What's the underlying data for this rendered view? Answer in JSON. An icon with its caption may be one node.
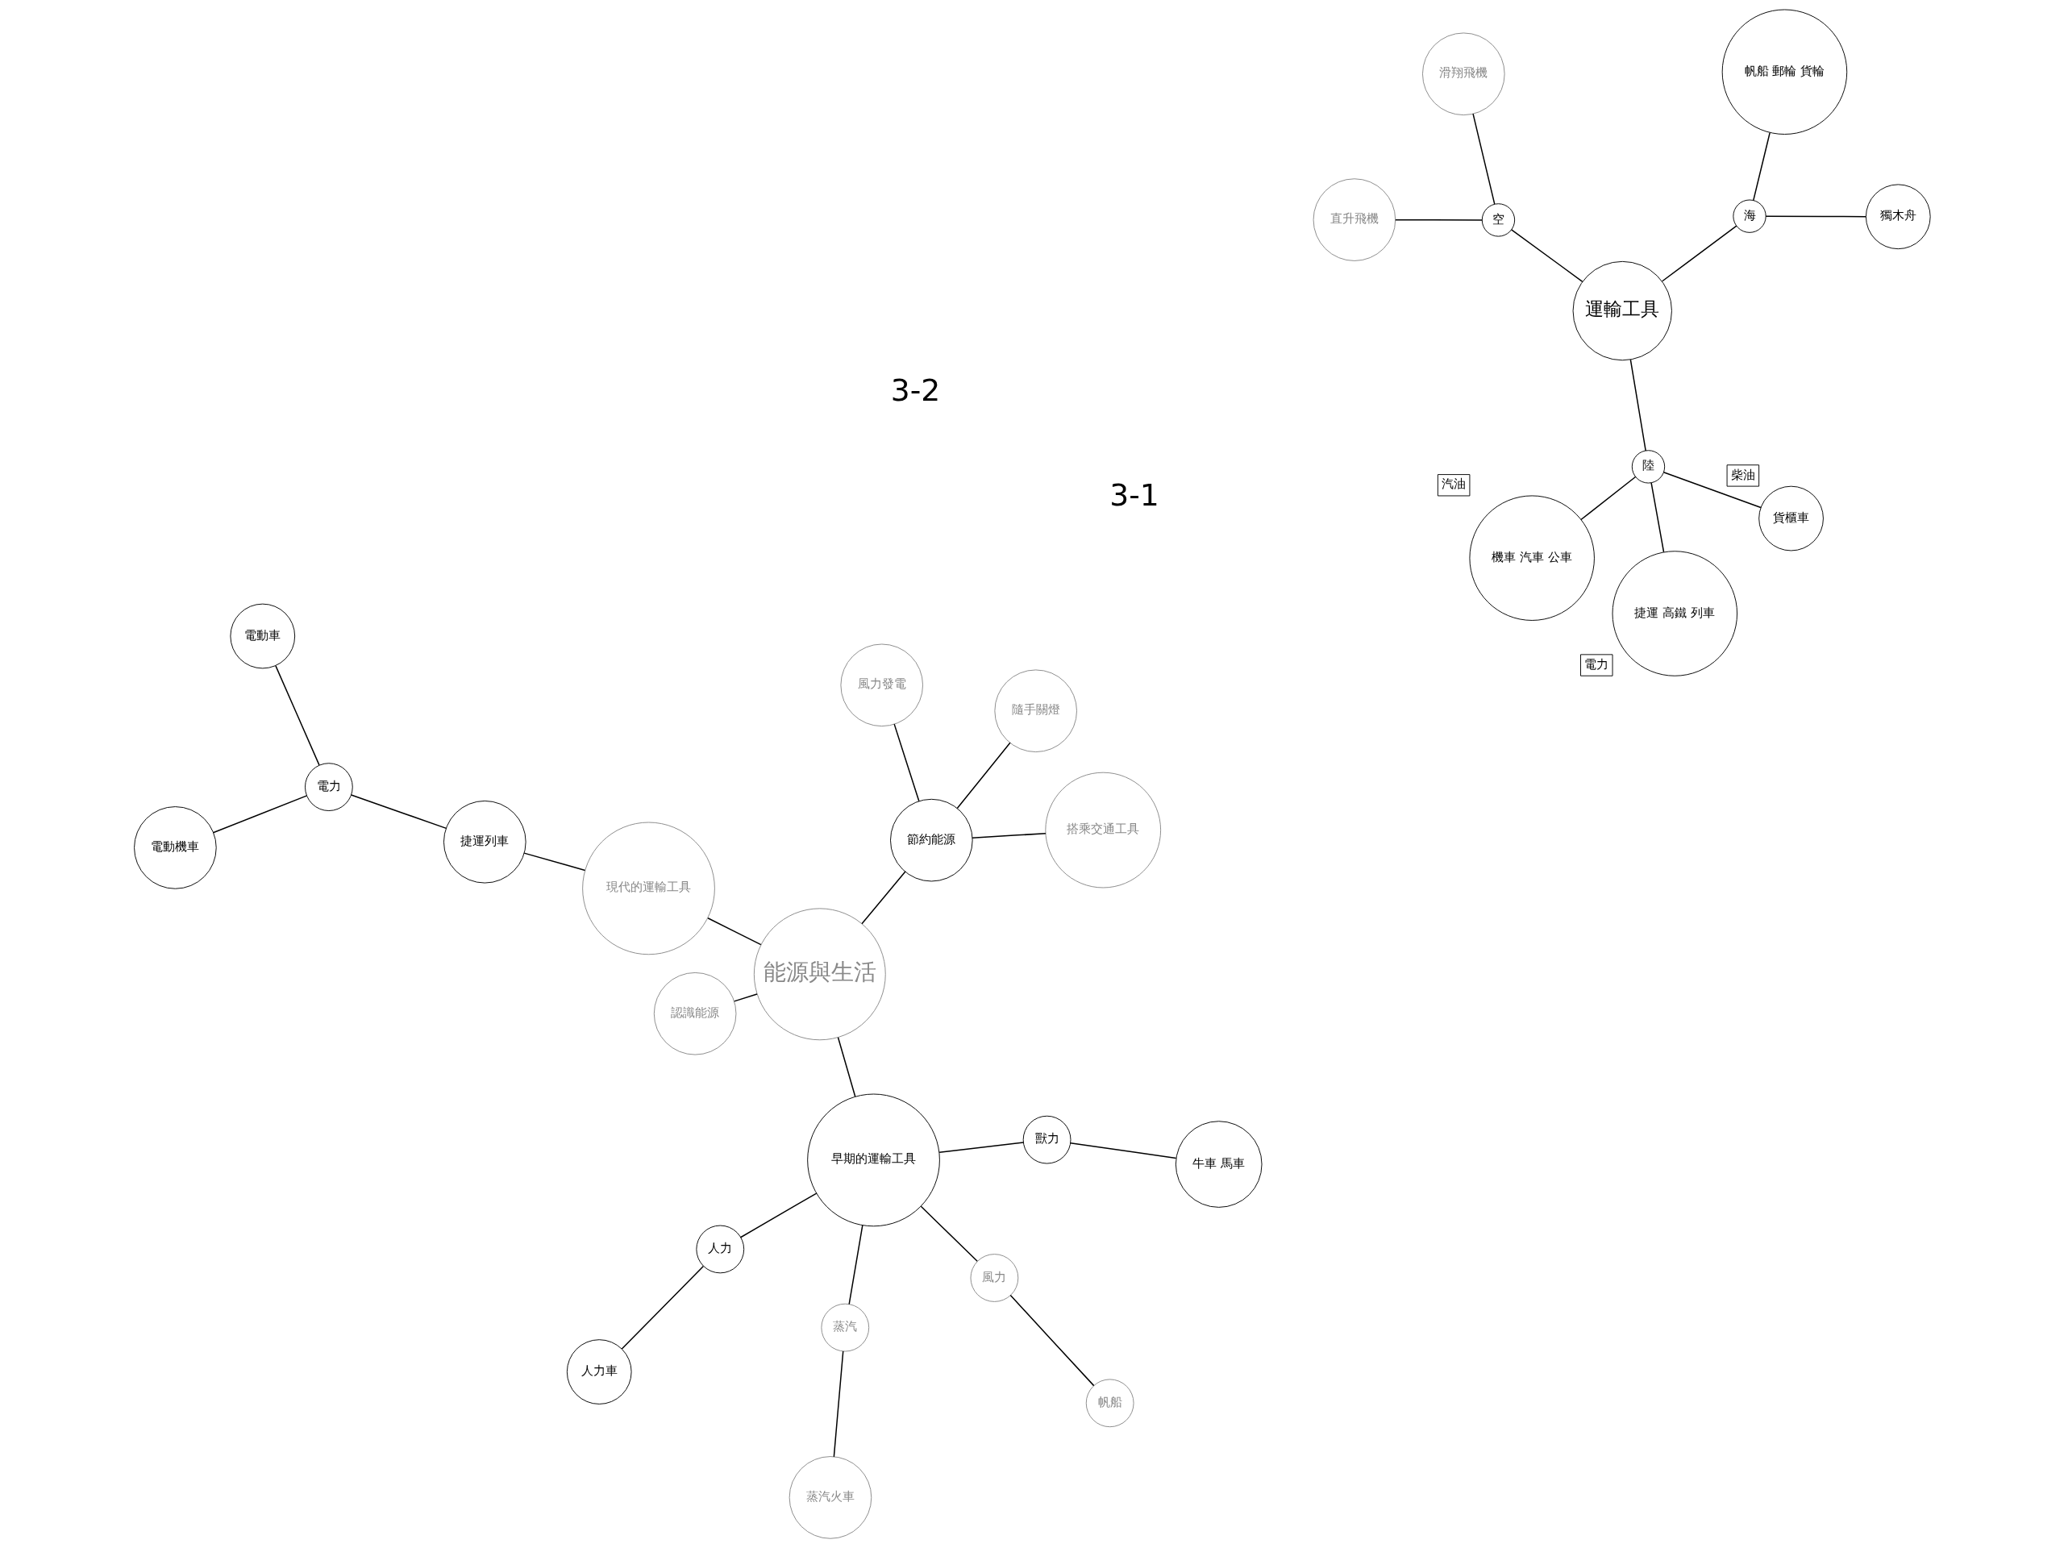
{
  "diagram": {
    "nodes": [
      {
        "text": [
          "運輸工具"
        ]
      },
      {
        "text": [
          "海"
        ]
      },
      {
        "text": [
          "獨木舟"
        ]
      },
      {
        "text": [
          "帆船 郵輪 貨輪"
        ]
      },
      {
        "text": [
          "空"
        ]
      },
      {
        "text": [
          "滑翔飛機"
        ]
      },
      {
        "text": [
          "直升飛機"
        ]
      },
      {
        "text": [
          "陸"
        ]
      },
      {
        "text": [
          "機車 汽車 公車"
        ],
        "beside": [
          "汽油"
        ]
      },
      {
        "text": [
          "貨櫃車"
        ],
        "beside": [
          "柴油"
        ]
      },
      {
        "text": [
          "捷運 高鐵 列車"
        ],
        "beside": [
          "電力"
        ]
      },
      {
        "text": [
          "能源與生活"
        ]
      },
      {
        "text": [
          "早期的運輸工具"
        ]
      },
      {
        "text": [
          "人力"
        ]
      },
      {
        "text": [
          "人力車"
        ]
      },
      {
        "text": [
          "獸力"
        ]
      },
      {
        "text": [
          "牛車 馬車"
        ]
      },
      {
        "text": [
          "蒸汽"
        ]
      },
      {
        "text": [
          "蒸汽火車"
        ]
      },
      {
        "text": [
          "風力"
        ]
      },
      {
        "text": [
          "帆船"
        ]
      },
      {
        "text": [
          "認識能源"
        ]
      },
      {
        "text": [
          "節約能源"
        ]
      },
      {
        "text": [
          "搭乘交通工具"
        ]
      },
      {
        "text": [
          "隨手關燈"
        ]
      },
      {
        "text": [
          "風力發電"
        ]
      },
      {
        "text": [
          "現代的運輸工具"
        ]
      },
      {
        "text": [
          "捷運列車"
        ]
      },
      {
        "text": [
          "電力"
        ]
      },
      {
        "text": [
          "電動機車"
        ]
      },
      {
        "text": [
          "電動車"
        ]
      }
    ],
    "edges": [
      {
        "from": 0,
        "to": 1,
        "arrow": "none"
      },
      {
        "from": 1,
        "to": 2,
        "arrow": "none"
      },
      {
        "from": 1,
        "to": 3,
        "arrow": "none"
      },
      {
        "from": 0,
        "to": 4,
        "arrow": "none"
      },
      {
        "from": 4,
        "to": 5,
        "arrow": "none"
      },
      {
        "from": 4,
        "to": 6,
        "arrow": "none"
      },
      {
        "from": 0,
        "to": 7,
        "arrow": "none"
      },
      {
        "from": 7,
        "to": 8,
        "arrow": "none"
      },
      {
        "from": 7,
        "to": 9,
        "arrow": "none"
      },
      {
        "from": 7,
        "to": 10,
        "arrow": "none"
      },
      {
        "from": 11,
        "to": 12,
        "arrow": "none"
      },
      {
        "from": 12,
        "to": 13,
        "arrow": "none"
      },
      {
        "from": 13,
        "to": 14,
        "arrow": "none"
      },
      {
        "from": 12,
        "to": 15,
        "arrow": "none"
      },
      {
        "from": 15,
        "to": 16,
        "arrow": "none"
      },
      {
        "from": 12,
        "to": 17,
        "arrow": "none"
      },
      {
        "from": 17,
        "to": 18,
        "arrow": "none"
      },
      {
        "from": 12,
        "to": 19,
        "arrow": "none"
      },
      {
        "from": 19,
        "to": 20,
        "arrow": "none"
      },
      {
        "from": 11,
        "to": 21,
        "arrow": "none"
      },
      {
        "from": 11,
        "to": 22,
        "arrow": "none"
      },
      {
        "from": 22,
        "to": 23,
        "arrow": "none"
      },
      {
        "from": 22,
        "to": 24,
        "arrow": "none"
      },
      {
        "from": 22,
        "to": 25,
        "arrow": "none"
      },
      {
        "from": 11,
        "to": 26,
        "arrow": "none"
      },
      {
        "from": 26,
        "to": 27,
        "arrow": "none"
      },
      {
        "from": 27,
        "to": 28,
        "arrow": "none"
      },
      {
        "from": 28,
        "to": 29,
        "arrow": "none"
      },
      {
        "from": 28,
        "to": 30,
        "arrow": "none"
      }
    ],
    "labels": [
      "3-1",
      "3-2"
    ]
  }
}
